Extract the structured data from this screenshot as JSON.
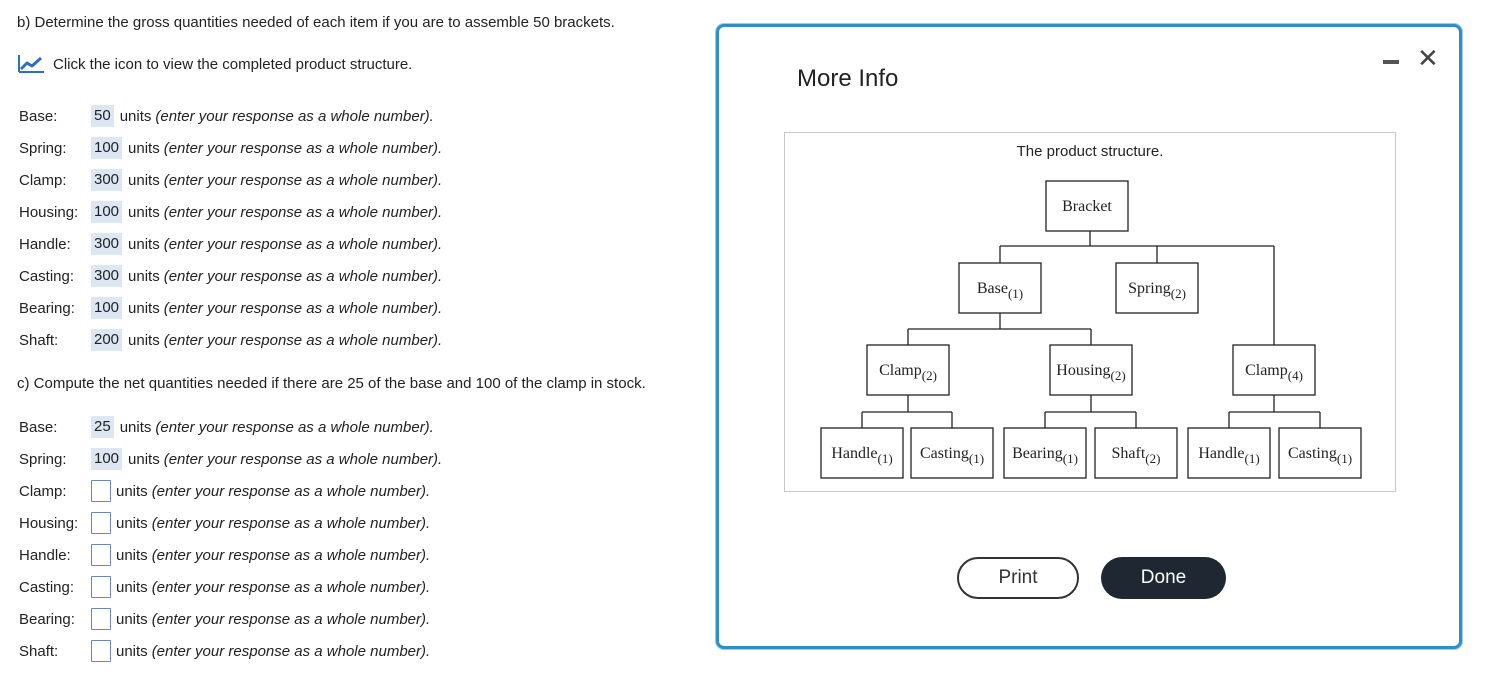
{
  "part_b": {
    "question": "b) Determine the gross quantities needed of each item if you are to assemble 50 brackets.",
    "icon_link_text": "Click the icon to view the completed product structure.",
    "rows": [
      {
        "label": "Base:",
        "value": "50",
        "units": "units",
        "hint": "(enter your response as a whole number)."
      },
      {
        "label": "Spring:",
        "value": "100",
        "units": "units",
        "hint": "(enter your response as a whole number)."
      },
      {
        "label": "Clamp:",
        "value": "300",
        "units": "units",
        "hint": "(enter your response as a whole number)."
      },
      {
        "label": "Housing:",
        "value": "100",
        "units": "units",
        "hint": "(enter your response as a whole number)."
      },
      {
        "label": "Handle:",
        "value": "300",
        "units": "units",
        "hint": "(enter your response as a whole number)."
      },
      {
        "label": "Casting:",
        "value": "300",
        "units": "units",
        "hint": "(enter your response as a whole number)."
      },
      {
        "label": "Bearing:",
        "value": "100",
        "units": "units",
        "hint": "(enter your response as a whole number)."
      },
      {
        "label": "Shaft:",
        "value": "200",
        "units": "units",
        "hint": "(enter your response as a whole number)."
      }
    ]
  },
  "part_c": {
    "question": "c) Compute the net quantities needed if there are 25 of the base and 100 of the clamp in stock.",
    "rows": [
      {
        "label": "Base:",
        "value": "25",
        "units": "units",
        "hint": "(enter your response as a whole number)."
      },
      {
        "label": "Spring:",
        "value": "100",
        "units": "units",
        "hint": "(enter your response as a whole number)."
      },
      {
        "label": "Clamp:",
        "value": "",
        "units": "units",
        "hint": "(enter your response as a whole number)."
      },
      {
        "label": "Housing:",
        "value": "",
        "units": "units",
        "hint": "(enter your response as a whole number)."
      },
      {
        "label": "Handle:",
        "value": "",
        "units": "units",
        "hint": "(enter your response as a whole number)."
      },
      {
        "label": "Casting:",
        "value": "",
        "units": "units",
        "hint": "(enter your response as a whole number)."
      },
      {
        "label": "Bearing:",
        "value": "",
        "units": "units",
        "hint": "(enter your response as a whole number)."
      },
      {
        "label": "Shaft:",
        "value": "",
        "units": "units",
        "hint": "(enter your response as a whole number)."
      }
    ]
  },
  "modal": {
    "title": "More Info",
    "figure_caption": "The product structure.",
    "tree": {
      "root": "Bracket",
      "level1": [
        {
          "name": "Base",
          "qty": "(1)"
        },
        {
          "name": "Spring",
          "qty": "(2)"
        }
      ],
      "level2": [
        {
          "name": "Clamp",
          "qty": "(2)"
        },
        {
          "name": "Housing",
          "qty": "(2)"
        },
        {
          "name": "Clamp",
          "qty": "(4)"
        }
      ],
      "level3": [
        {
          "name": "Handle",
          "qty": "(1)"
        },
        {
          "name": "Casting",
          "qty": "(1)"
        },
        {
          "name": "Bearing",
          "qty": "(1)"
        },
        {
          "name": "Shaft",
          "qty": "(2)"
        },
        {
          "name": "Handle",
          "qty": "(1)"
        },
        {
          "name": "Casting",
          "qty": "(1)"
        }
      ]
    },
    "print_label": "Print",
    "done_label": "Done",
    "close_glyph": "✕",
    "icons": [
      "chart-icon",
      "minimize-icon",
      "close-icon"
    ]
  },
  "colors": {
    "accent_border": "#2f8ec6",
    "answer_fill": "#dde6f3",
    "done_bg": "#1f2733",
    "chart_icon": "#2b6fc4"
  }
}
